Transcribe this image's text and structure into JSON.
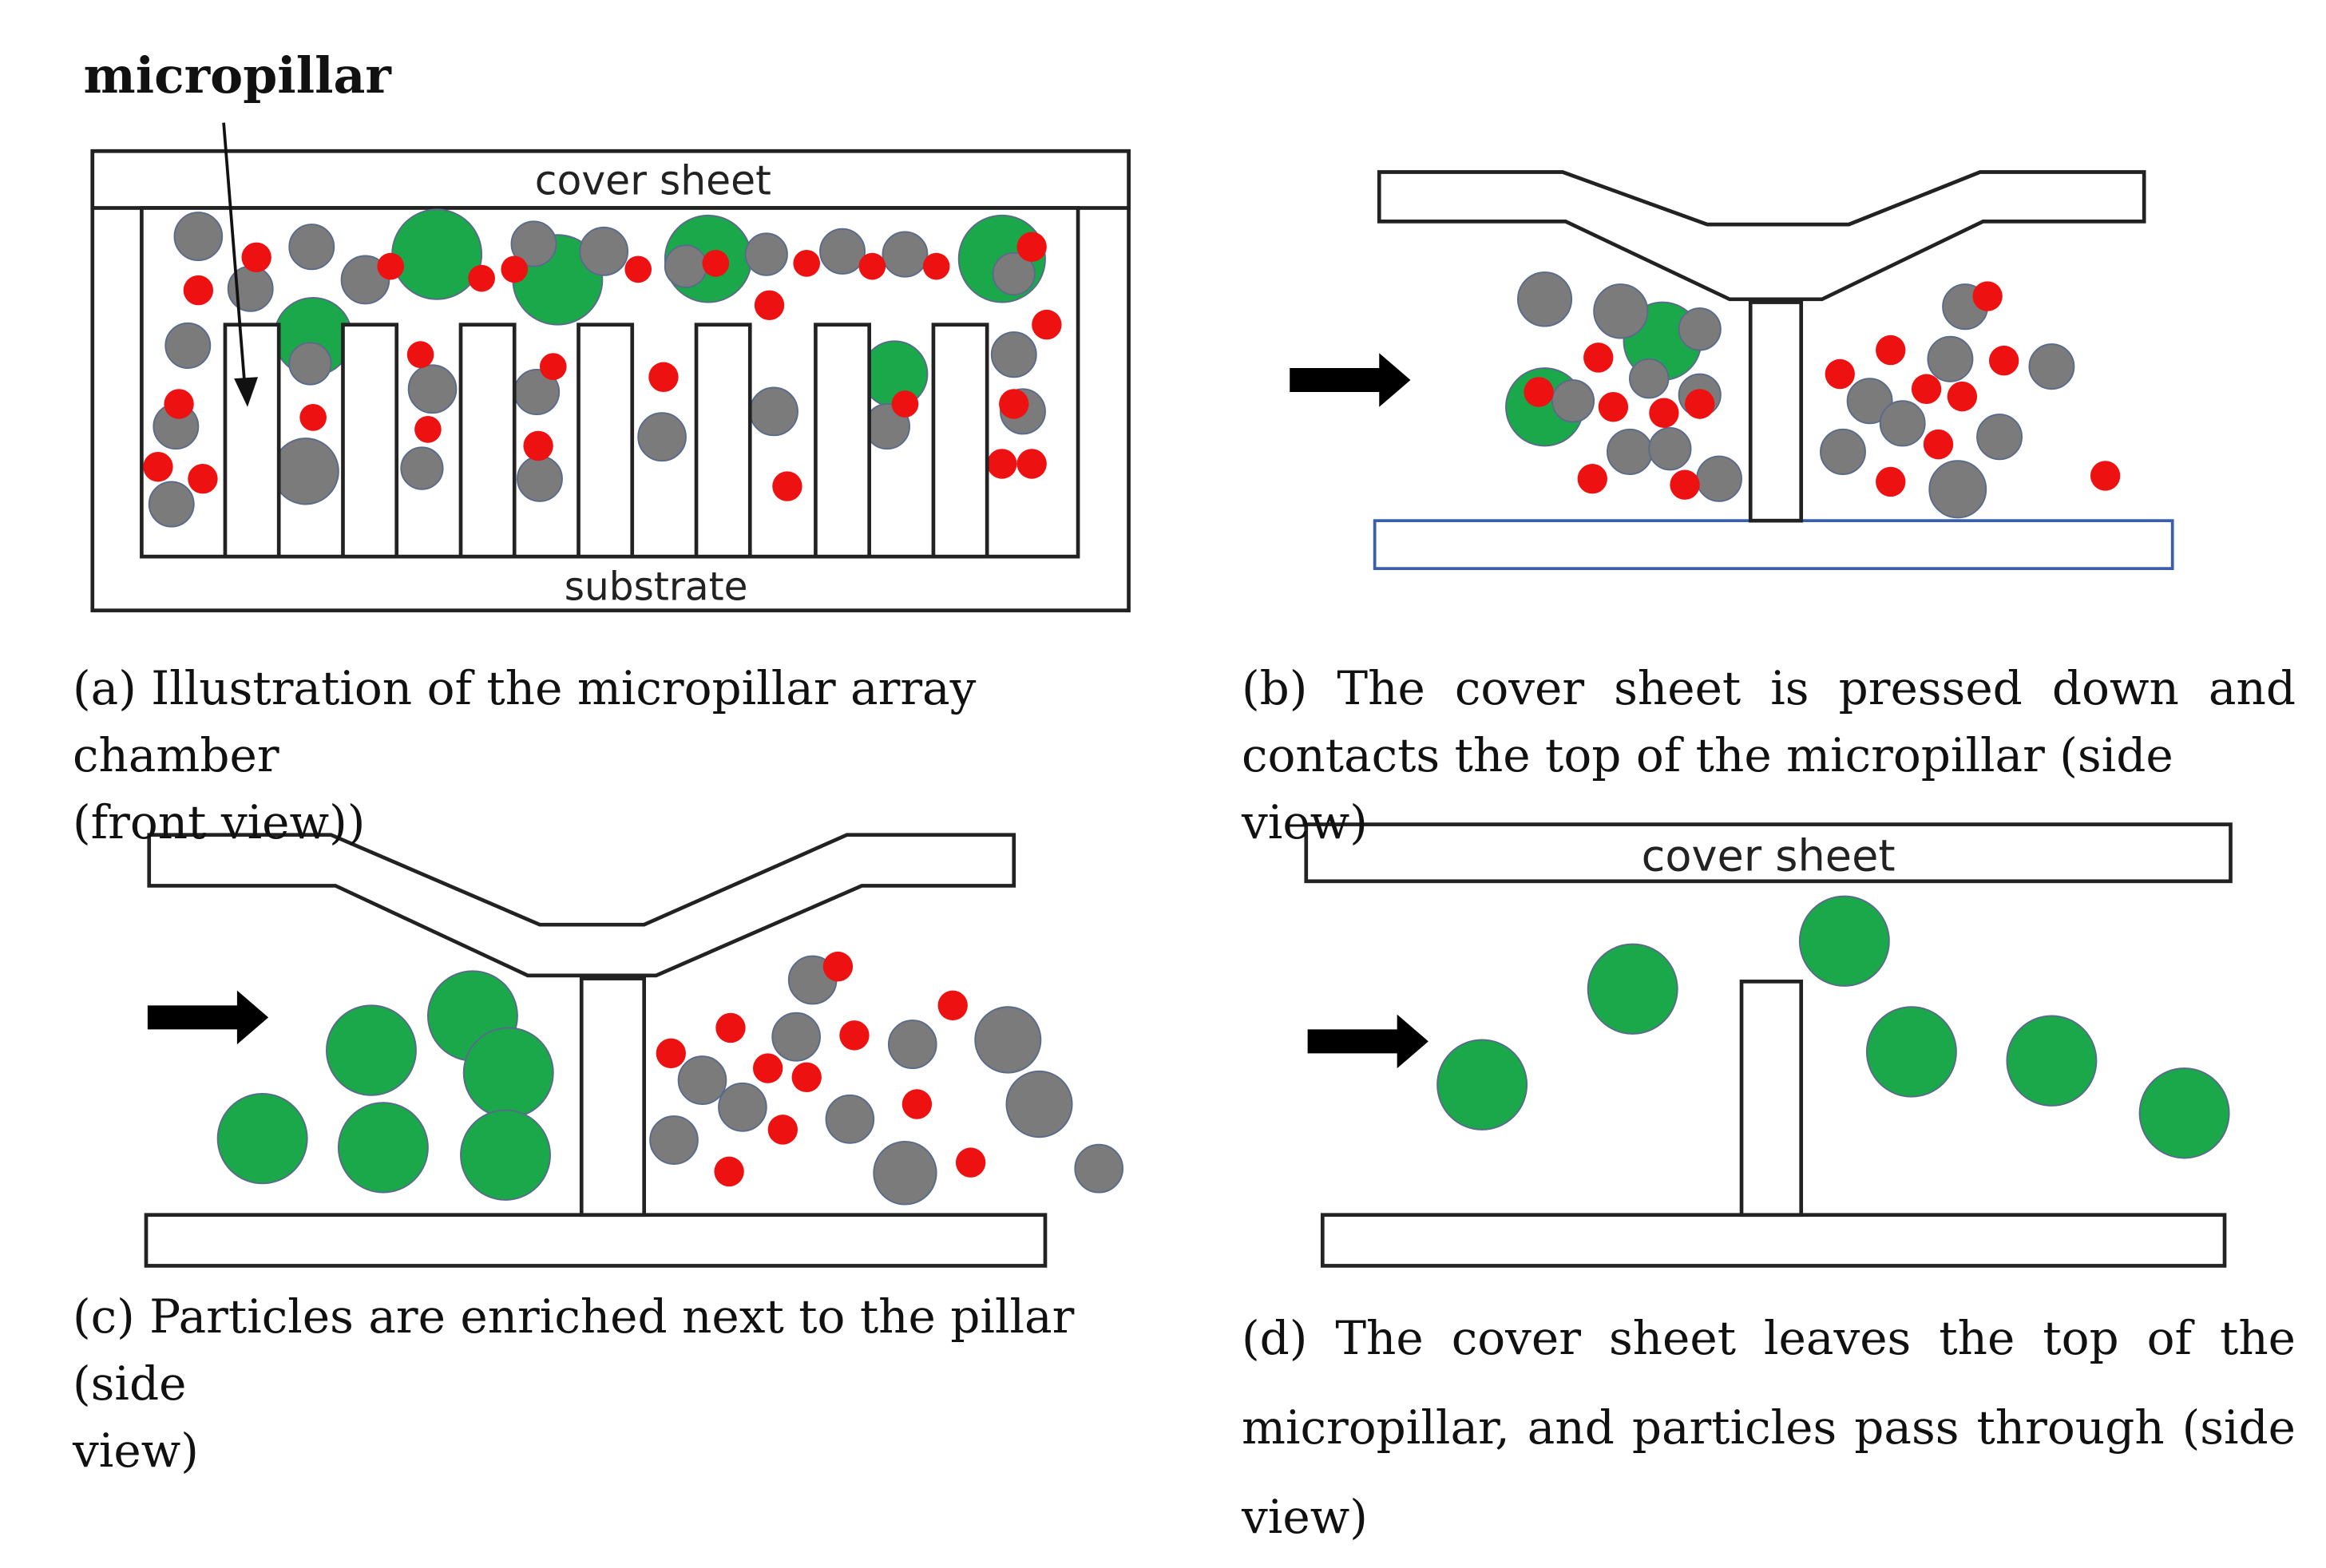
{
  "panel_a": {
    "label_micropillar": "micropillar",
    "label_cover": "cover sheet",
    "label_substrate": "substrate",
    "caption_line1": "(a) Illustration of the micropillar array chamber",
    "caption_line2": "(front view))"
  },
  "panel_b": {
    "caption_line1": "(b) The cover sheet is pressed down and",
    "caption_line2": "contacts the top of the micropillar (side view)"
  },
  "panel_c": {
    "caption_line1": "(c) Particles are enriched next to the pillar (side",
    "caption_line2": "view)"
  },
  "panel_d": {
    "label_cover": "cover sheet",
    "caption_line1": "(d) The cover sheet leaves the top of the",
    "caption_line2": "micropillar, and particles pass through (side",
    "caption_line3": "view)"
  },
  "colors": {
    "green": "#1aa84a",
    "grey": "#7b7b7b",
    "red": "#ee1111",
    "outline": "#222222",
    "substrate_blue_outline": "#3b5ea8",
    "arrow": "#000000"
  }
}
